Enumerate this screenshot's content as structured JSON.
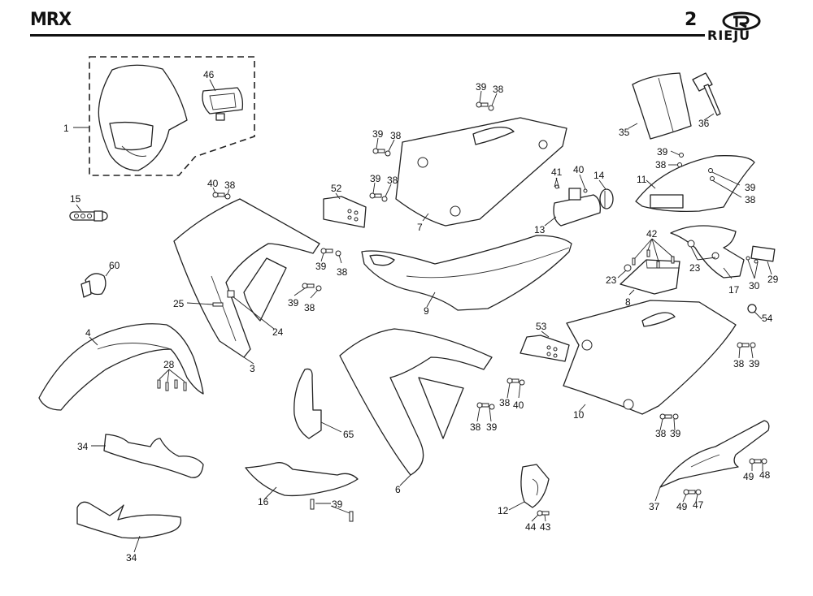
{
  "header": {
    "model": "MRX",
    "page_number": "2",
    "brand": "RIEJU"
  },
  "callouts": {
    "c1": "1",
    "c46": "46",
    "c15": "15",
    "c40a": "40",
    "c38a": "38",
    "c52": "52",
    "c39a": "39",
    "c38b": "38",
    "c39b": "39",
    "c38c": "38",
    "c39c": "39",
    "c38d": "38",
    "c7": "7",
    "c41": "41",
    "c40b": "40",
    "c14": "14",
    "c13": "13",
    "c35": "35",
    "c36": "36",
    "c39d": "39",
    "c38e": "38",
    "c11": "11",
    "c39e": "39",
    "c38f": "38",
    "c60": "60",
    "c39f": "39",
    "c38g": "38",
    "c39g": "39",
    "c38h": "38",
    "c25": "25",
    "c24": "24",
    "c3": "3",
    "c4": "4",
    "c28": "28",
    "c9": "9",
    "c42": "42",
    "c23a": "23",
    "c23b": "23",
    "c8": "8",
    "c17": "17",
    "c30": "30",
    "c29": "29",
    "c54": "54",
    "c53": "53",
    "c38i": "38",
    "c39h": "39",
    "c38j": "38",
    "c40c": "40",
    "c38k": "38",
    "c39i": "39",
    "c10": "10",
    "c38l": "38",
    "c39j": "39",
    "c65": "65",
    "c6": "6",
    "c34a": "34",
    "c34b": "34",
    "c16": "16",
    "c39k": "39",
    "c12": "12",
    "c44": "44",
    "c43": "43",
    "c37": "37",
    "c49a": "49",
    "c48": "48",
    "c49b": "49",
    "c47": "47"
  },
  "parts": [
    {
      "ref": "1",
      "name": "headlight-fairing"
    },
    {
      "ref": "46",
      "name": "headlight-unit"
    },
    {
      "ref": "3",
      "name": "left-radiator-shroud"
    },
    {
      "ref": "4",
      "name": "front-fender"
    },
    {
      "ref": "6",
      "name": "right-radiator-shroud"
    },
    {
      "ref": "7",
      "name": "left-side-panel"
    },
    {
      "ref": "8",
      "name": "license-plate-bracket"
    },
    {
      "ref": "9",
      "name": "seat"
    },
    {
      "ref": "10",
      "name": "right-side-panel"
    },
    {
      "ref": "11",
      "name": "rear-fender"
    },
    {
      "ref": "12",
      "name": "sprocket-cover"
    },
    {
      "ref": "13",
      "name": "tail-light"
    },
    {
      "ref": "14",
      "name": "tail-light-lens"
    },
    {
      "ref": "15",
      "name": "cable-clip"
    },
    {
      "ref": "16",
      "name": "skid-plate"
    },
    {
      "ref": "17",
      "name": "rear-mudguard-extension"
    },
    {
      "ref": "34",
      "name": "handguard"
    },
    {
      "ref": "35",
      "name": "tool-bag"
    },
    {
      "ref": "36",
      "name": "spark-plug-wrench"
    },
    {
      "ref": "37",
      "name": "chain-guard"
    },
    {
      "ref": "52",
      "name": "left-number-plate-bracket"
    },
    {
      "ref": "53",
      "name": "right-number-plate-bracket"
    },
    {
      "ref": "54",
      "name": "grommet"
    },
    {
      "ref": "60",
      "name": "fuel-cap"
    },
    {
      "ref": "65",
      "name": "fork-guard"
    }
  ]
}
